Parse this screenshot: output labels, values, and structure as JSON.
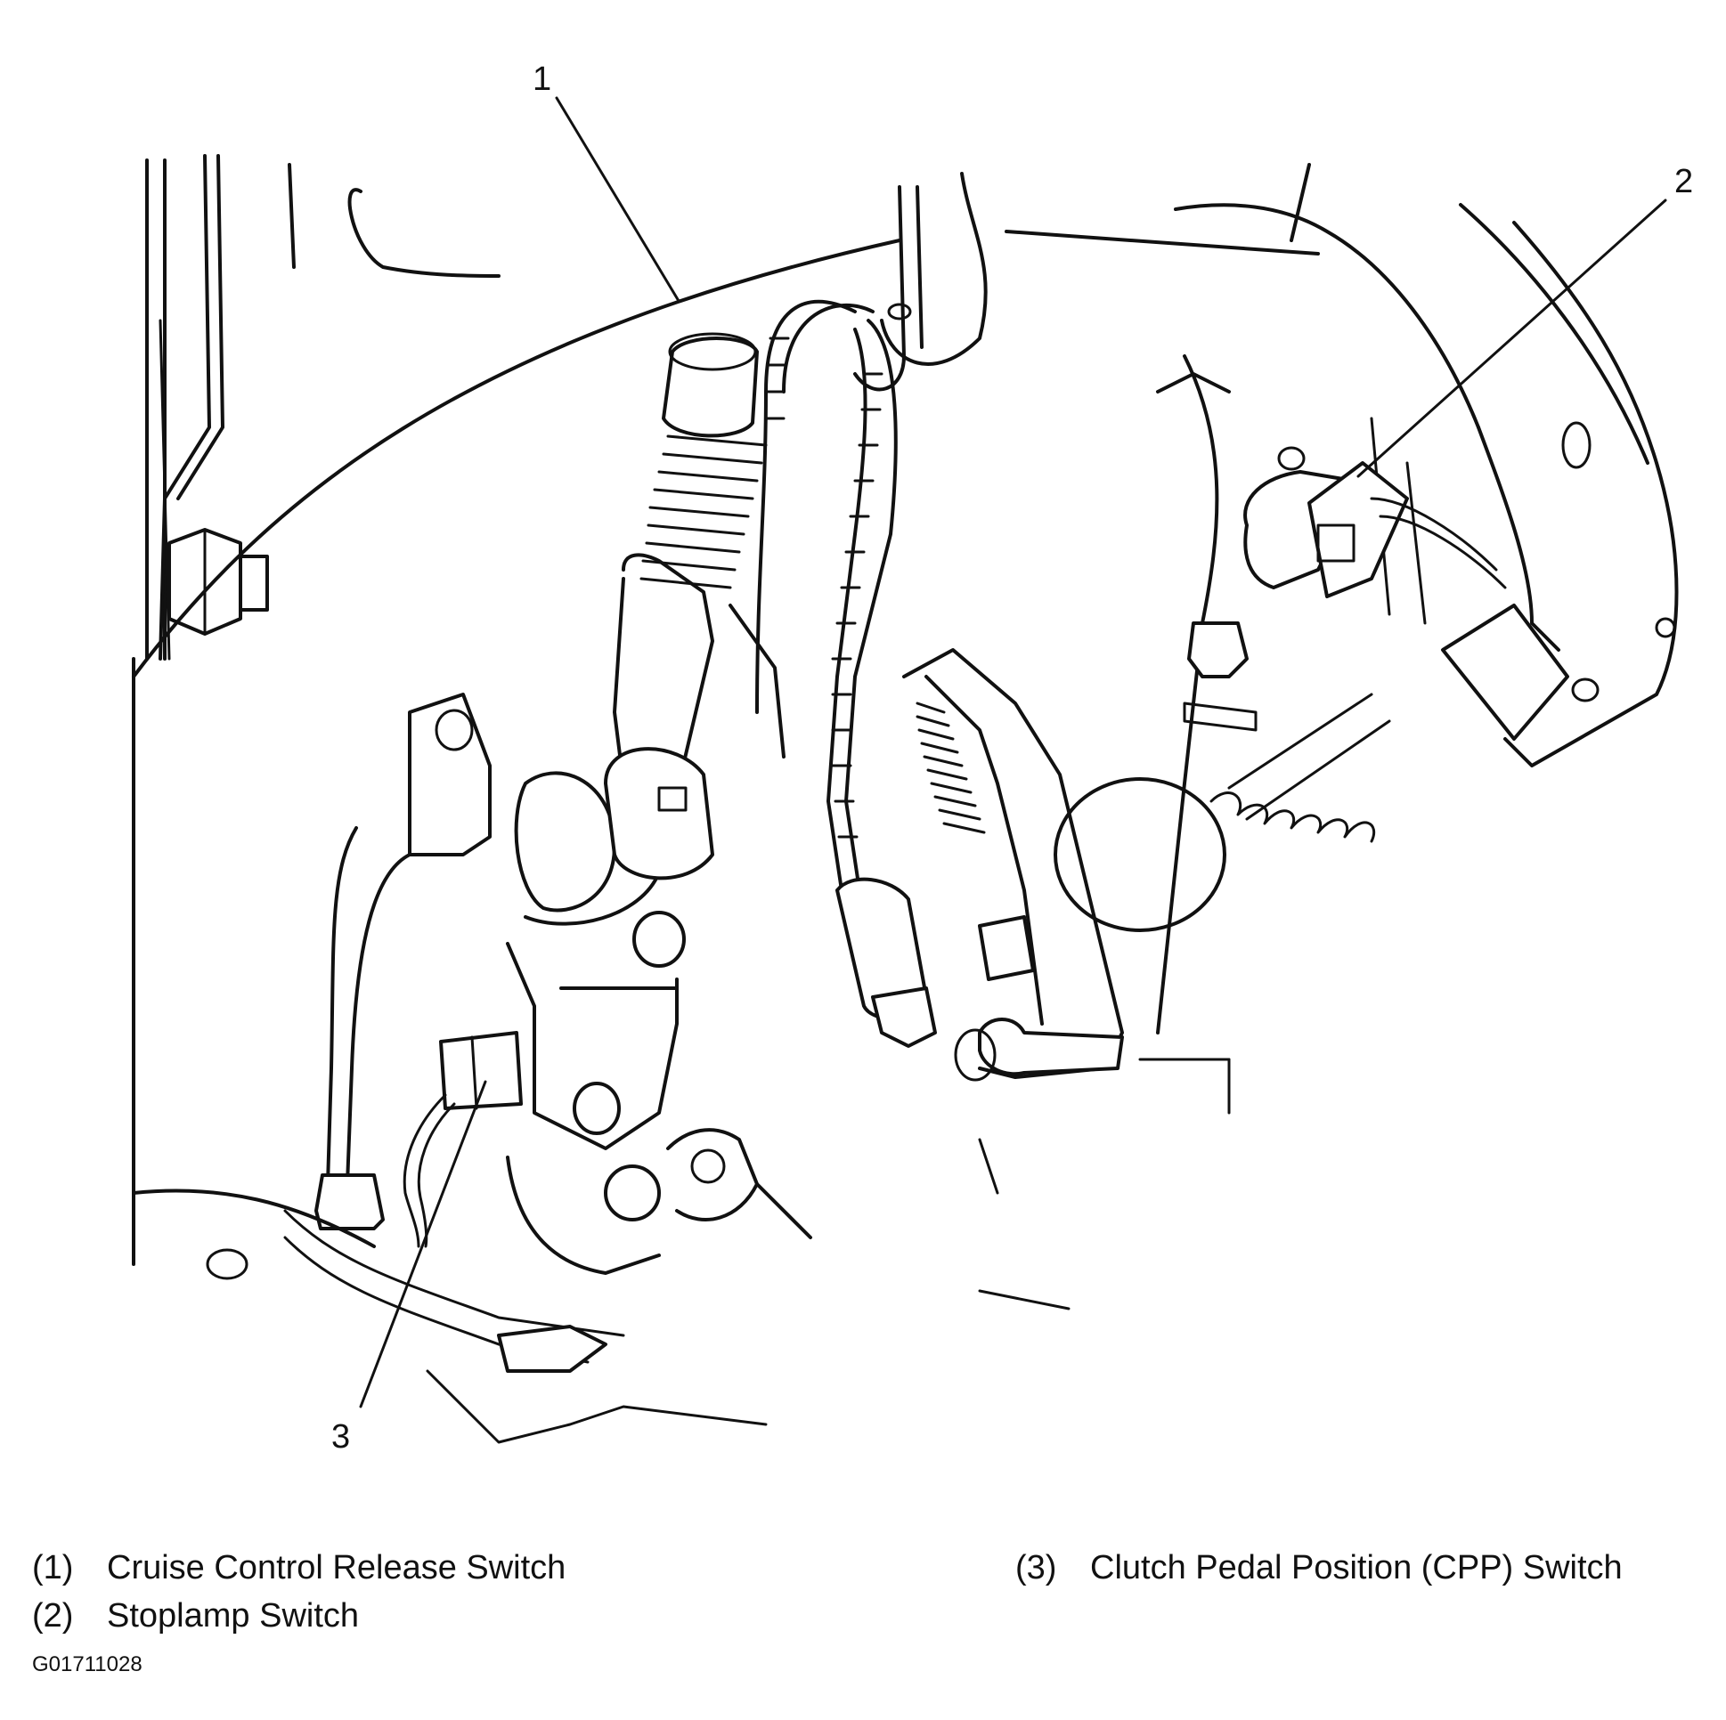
{
  "callouts": {
    "c1": "1",
    "c2": "2",
    "c3": "3"
  },
  "legend": [
    {
      "num": "(1)",
      "text": "Cruise Control Release Switch"
    },
    {
      "num": "(2)",
      "text": "Stoplamp Switch"
    },
    {
      "num": "(3)",
      "text": "Clutch Pedal Position (CPP) Switch"
    }
  ],
  "figure_id": "G01711028"
}
